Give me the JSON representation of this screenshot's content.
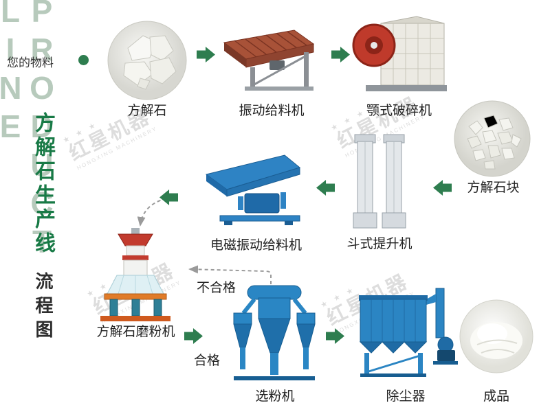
{
  "page": {
    "banner_text": "PRODUCT LINE",
    "title_vertical": "方解石生产线",
    "subtitle_vertical": "流程图",
    "material_label": "您的物料"
  },
  "watermark": {
    "stars": "★ ★ ★",
    "text": "红星机器",
    "sub": "HONGXING MACHINERY"
  },
  "flow_labels": {
    "unqualified": "不合格",
    "qualified": "合格"
  },
  "nodes": {
    "calcite": {
      "label": "方解石"
    },
    "vibrating_feeder": {
      "label": "振动给料机"
    },
    "jaw_crusher": {
      "label": "颚式破碎机"
    },
    "calcite_lumps": {
      "label": "方解石块"
    },
    "bucket_elevator": {
      "label": "斗式提升机"
    },
    "em_feeder": {
      "label": "电磁振动给料机"
    },
    "mill": {
      "label": "方解石磨粉机"
    },
    "classifier": {
      "label": "选粉机"
    },
    "dust_collector": {
      "label": "除尘器"
    },
    "product": {
      "label": "成品"
    }
  },
  "colors": {
    "arrow_green": "#2e7d4f",
    "title_green": "#187a46",
    "dashed_gray": "#9a9a9a"
  }
}
